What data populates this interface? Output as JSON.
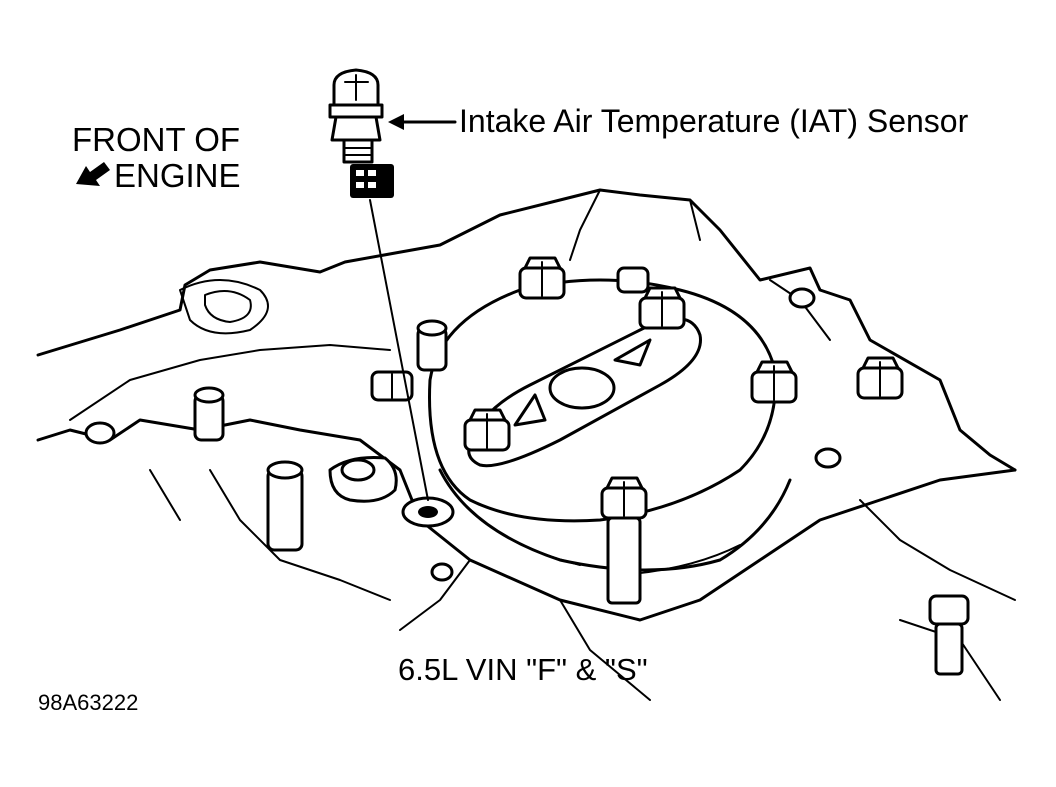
{
  "labels": {
    "front_line1": "FRONT OF",
    "front_line2": "ENGINE",
    "sensor": "Intake Air Temperature (IAT) Sensor",
    "caption": "6.5L VIN \"F\" & \"S\"",
    "figure_id": "98A63222"
  },
  "icons": {
    "direction_arrow": "arrow-left-down-icon",
    "leader_arrow": "arrow-left-icon"
  },
  "colors": {
    "ink": "#000000",
    "background": "#ffffff"
  }
}
